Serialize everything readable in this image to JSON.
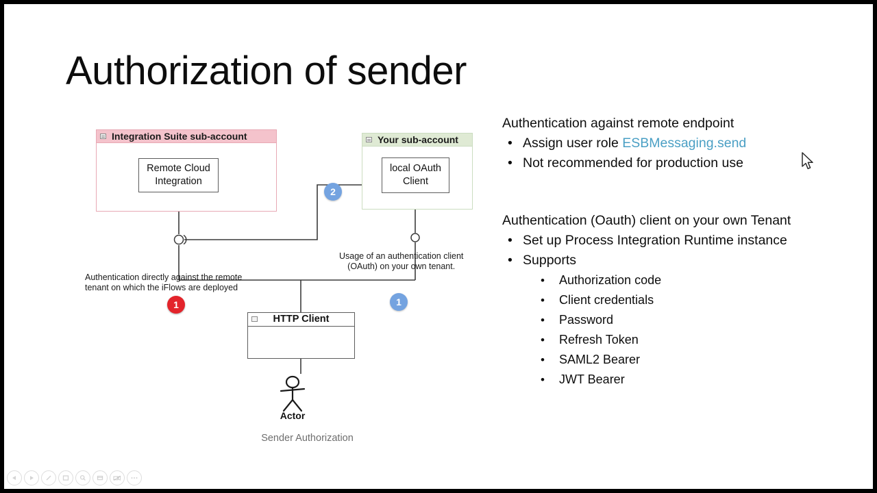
{
  "slide": {
    "title": "Authorization of sender"
  },
  "diagram": {
    "caption": "Sender Authorization",
    "containers": [
      {
        "name": "integration-suite-subaccount",
        "label": "Integration Suite sub-account",
        "color": "#f4c3cc"
      },
      {
        "name": "your-subaccount",
        "label": "Your sub-account",
        "color": "#dfead4"
      }
    ],
    "nodes": [
      {
        "name": "remote-cloud-integration",
        "label": "Remote Cloud Integration"
      },
      {
        "name": "local-oauth-client",
        "label": "local OAuth Client"
      },
      {
        "name": "http-client",
        "label": "HTTP Client"
      }
    ],
    "actor": {
      "label": "Actor"
    },
    "annotations": [
      {
        "name": "annotation-left",
        "line1": "Authentication directly against the remote",
        "line2": "tenant on which the iFlows are deployed"
      },
      {
        "name": "annotation-right",
        "line1": "Usage of an authentication client",
        "line2": "(OAuth) on your own tenant."
      }
    ],
    "badges": [
      {
        "name": "badge-red-1",
        "value": "1",
        "color": "#e3242b"
      },
      {
        "name": "badge-blue-1",
        "value": "1",
        "color": "#74a3e0"
      },
      {
        "name": "badge-blue-2",
        "value": "2",
        "color": "#74a3e0"
      }
    ]
  },
  "content": {
    "section1": {
      "heading": "Authentication against remote endpoint",
      "bullets": [
        {
          "prefix": "Assign user role ",
          "accent": "ESBMessaging.send"
        },
        {
          "prefix": "Not recommended for production use",
          "accent": ""
        }
      ]
    },
    "section2": {
      "heading": "Authentication (Oauth) client on your own Tenant",
      "bullets": [
        "Set up Process Integration Runtime instance",
        "Supports"
      ],
      "subbullets": [
        "Authorization code",
        "Client credentials",
        "Password",
        "Refresh Token",
        "SAML2 Bearer",
        "JWT Bearer"
      ]
    },
    "bullet_glyph": "•",
    "accent_color": "#4a9fc4"
  },
  "toolbar": {
    "items": [
      {
        "name": "previous-slide-icon",
        "glyph": "◀"
      },
      {
        "name": "next-slide-icon",
        "glyph": "▶"
      },
      {
        "name": "pen-icon",
        "glyph": "╱"
      },
      {
        "name": "presenter-icon",
        "glyph": "▣"
      },
      {
        "name": "zoom-icon",
        "glyph": "○"
      },
      {
        "name": "notes-icon",
        "glyph": "▭"
      },
      {
        "name": "video-icon",
        "glyph": "▬"
      },
      {
        "name": "more-options-icon",
        "glyph": "⋯"
      }
    ]
  }
}
